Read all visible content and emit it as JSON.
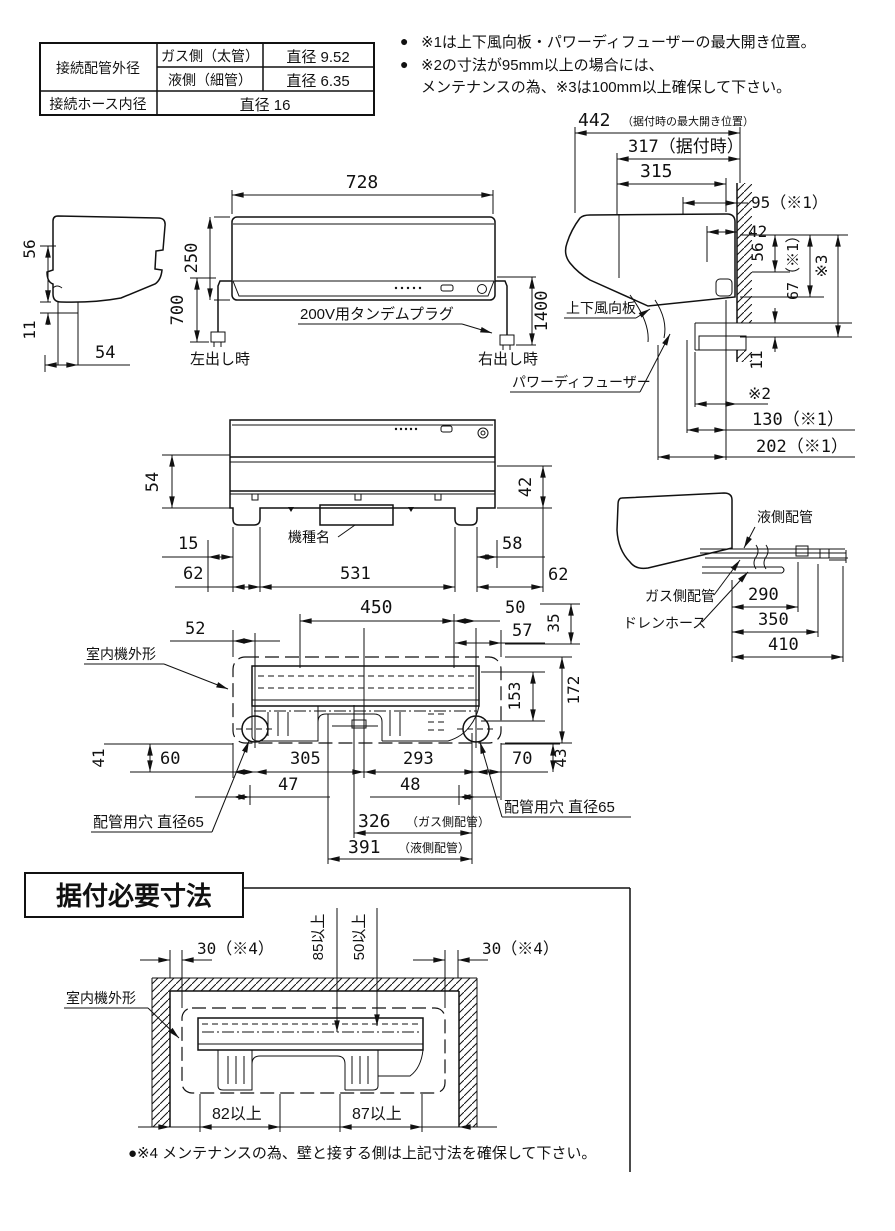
{
  "spec_table": {
    "outer_dia_label": "接続配管外径",
    "gas_label": "ガス側（太管）",
    "gas_value": "直径 9.52",
    "liquid_label": "液側（細管）",
    "liquid_value": "直径 6.35",
    "hose_label": "接続ホース内径",
    "hose_value": "直径 16"
  },
  "notes": {
    "bullet1": "●",
    "bullet2": "●",
    "note1": "※1は上下風向板・パワーディフューザーの最大開き位置。",
    "note2_line1": "※2の寸法が95mm以上の場合には、",
    "note2_line2": "メンテナンスの為、※3は100mm以上確保して下さい。"
  },
  "left_side_view": {
    "d56": "56",
    "d11": "11",
    "d54": "54"
  },
  "front_view": {
    "d728": "728",
    "d250": "250",
    "d700": "700",
    "d1400": "1400",
    "plug_label": "200V用タンデムプラグ",
    "left_out_label": "左出し時",
    "right_out_label": "右出し時"
  },
  "wall_side_view": {
    "d442": "442",
    "d442_note": "（据付時の最大開き位置）",
    "d317": "317（据付時）",
    "d315": "315",
    "d95": "95（※1）",
    "d42": "42",
    "d56": "56",
    "d67": "67（※1）",
    "d_star3": "※3",
    "d11": "11",
    "d_star2": "※2",
    "d130": "130（※1）",
    "d202": "202（※1）",
    "flap_label": "上下風向板",
    "diffuser_label": "パワーディフューザー"
  },
  "bottom_view": {
    "d54": "54",
    "d42": "42",
    "d15": "15",
    "d58": "58",
    "d62_left": "62",
    "d531": "531",
    "d62_right": "62",
    "model_label": "機種名"
  },
  "piping_view": {
    "liquid_label": "液側配管",
    "gas_label": "ガス側配管",
    "drain_label": "ドレンホース",
    "d290": "290",
    "d350": "350",
    "d410": "410"
  },
  "backplate_view": {
    "outline_label": "室内機外形",
    "d450": "450",
    "d50": "50",
    "d52": "52",
    "d57": "57",
    "d35": "35",
    "d153": "153",
    "d172": "172",
    "d41": "41",
    "d60": "60",
    "d305": "305",
    "d293": "293",
    "d70": "70",
    "d43": "43",
    "d47": "47",
    "d48": "48",
    "d326": "326",
    "d326_note": "（ガス側配管）",
    "d391": "391",
    "d391_note": "（液側配管）",
    "hole_left_label": "配管用穴 直径65",
    "hole_right_label": "配管用穴 直径65"
  },
  "install_section": {
    "title": "据付必要寸法",
    "outline_label": "室内機外形",
    "d30_left": "30（※4）",
    "d30_right": "30（※4）",
    "d85": "85以上",
    "d50": "50以上",
    "d82": "82以上",
    "d87": "87以上",
    "note": "●※4 メンテナンスの為、壁と接する側は上記寸法を確保して下さい。"
  }
}
